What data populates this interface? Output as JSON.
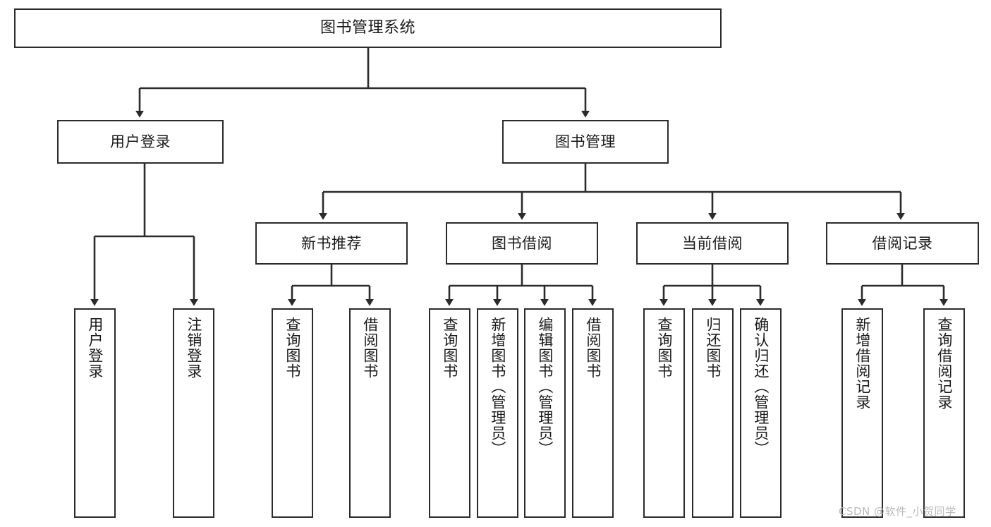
{
  "diagram": {
    "title": "图书管理系统",
    "type": "hierarchy-tree",
    "colors": {
      "box_border": "#2b2b2b",
      "box_fill": "#ffffff",
      "edge": "#2b2b2b",
      "background": "#ffffff",
      "watermark": "#b9b9b9"
    },
    "root": {
      "label": "图书管理系统"
    },
    "level1": [
      {
        "label": "用户登录"
      },
      {
        "label": "图书管理"
      }
    ],
    "level2": [
      {
        "label": "新书推荐"
      },
      {
        "label": "图书借阅"
      },
      {
        "label": "当前借阅"
      },
      {
        "label": "借阅记录"
      }
    ],
    "leaves": {
      "user_login": [
        {
          "label": "用户登录"
        },
        {
          "label": "注销登录"
        }
      ],
      "new_book_recommend": [
        {
          "label": "查询图书"
        },
        {
          "label": "借阅图书"
        }
      ],
      "book_borrow": [
        {
          "label": "查询图书"
        },
        {
          "label": "新增图书（管理员）"
        },
        {
          "label": "编辑图书（管理员）"
        },
        {
          "label": "借阅图书"
        }
      ],
      "current_borrow": [
        {
          "label": "查询图书"
        },
        {
          "label": "归还图书"
        },
        {
          "label": "确认归还（管理员）"
        }
      ],
      "borrow_record": [
        {
          "label": "新增借阅记录"
        },
        {
          "label": "查询借阅记录"
        }
      ]
    },
    "watermark": "CSDN @软件_小贺同学"
  }
}
